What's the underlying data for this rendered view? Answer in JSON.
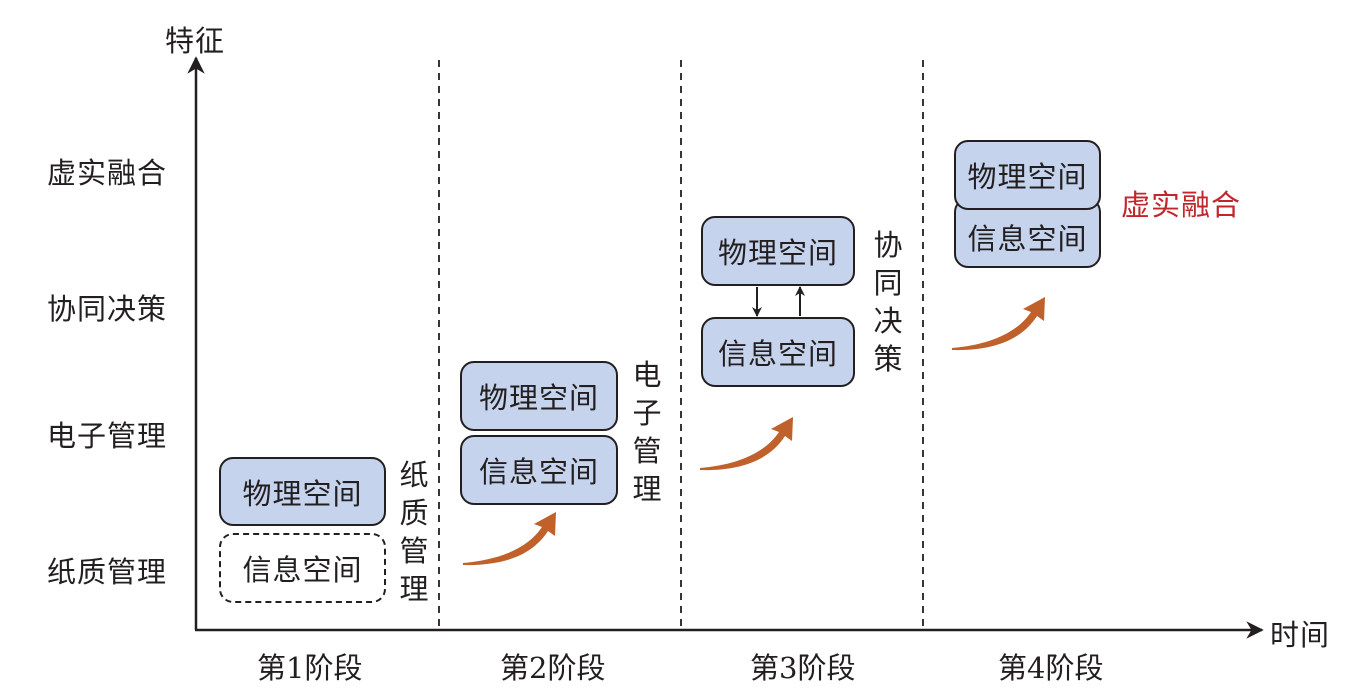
{
  "axes": {
    "y_title": "特征",
    "x_title": "时间",
    "y_levels": [
      "纸质管理",
      "电子管理",
      "协同决策",
      "虚实融合"
    ],
    "x_stages": [
      "第1阶段",
      "第2阶段",
      "第3阶段",
      "第4阶段"
    ]
  },
  "stages": [
    {
      "physical": "物理空间",
      "information": "信息空间",
      "information_style": "dashed",
      "side_label": "纸质管理"
    },
    {
      "physical": "物理空间",
      "information": "信息空间",
      "information_style": "solid",
      "side_label": "电子管理"
    },
    {
      "physical": "物理空间",
      "information": "信息空间",
      "information_style": "solid",
      "side_label": "协同决策",
      "interaction_arrows": [
        "physical-to-information",
        "information-to-physical"
      ]
    },
    {
      "physical": "物理空间",
      "information": "信息空间",
      "information_style": "merged",
      "side_label": "虚实融合"
    }
  ],
  "colors": {
    "box_fill": "#c5d3ec",
    "progress_arrow": "#c0602a",
    "highlight_text": "#c0272d"
  }
}
